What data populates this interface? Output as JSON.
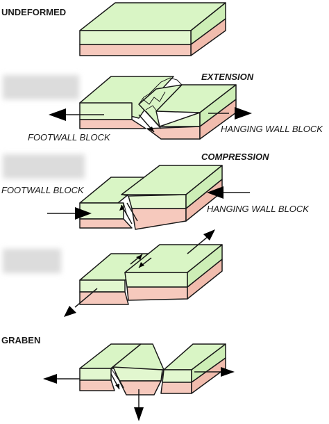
{
  "labels": {
    "undeformed": "UNDEFORMED",
    "extension": "EXTENSION",
    "footwall_1": "FOOTWALL BLOCK",
    "hanging_wall_1": "HANGING WALL BLOCK",
    "compression": "COMPRESSION",
    "footwall_2": "FOOTWALL BLOCK",
    "hanging_wall_2": "HANGING WALL BLOCK",
    "graben": "GRABEN"
  },
  "colors": {
    "upper_layer": "#d9f5c5",
    "lower_layer": "#f6c9bd",
    "redaction": "#dcdcdc"
  }
}
